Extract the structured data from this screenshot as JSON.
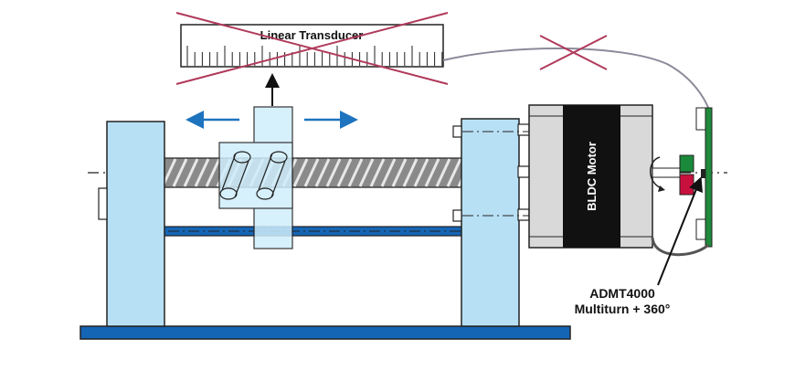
{
  "transducer": {
    "label": "Linear Transducer",
    "crossed_out": true
  },
  "motor": {
    "label": "BLDC Motor"
  },
  "sensor": {
    "line1": "ADMT4000",
    "line2": "Multiturn + 360°"
  },
  "colors": {
    "support_fill": "#b8e0f5",
    "rail_blue": "#1565b5",
    "base_blue": "#1565b5",
    "cross_red": "#b03a5b",
    "motor_black": "#111111",
    "pcb_green": "#1f8a3a",
    "magnet_red": "#c8103e",
    "magnet_green": "#1a8a3a",
    "arrow_blue": "#1e73be"
  }
}
